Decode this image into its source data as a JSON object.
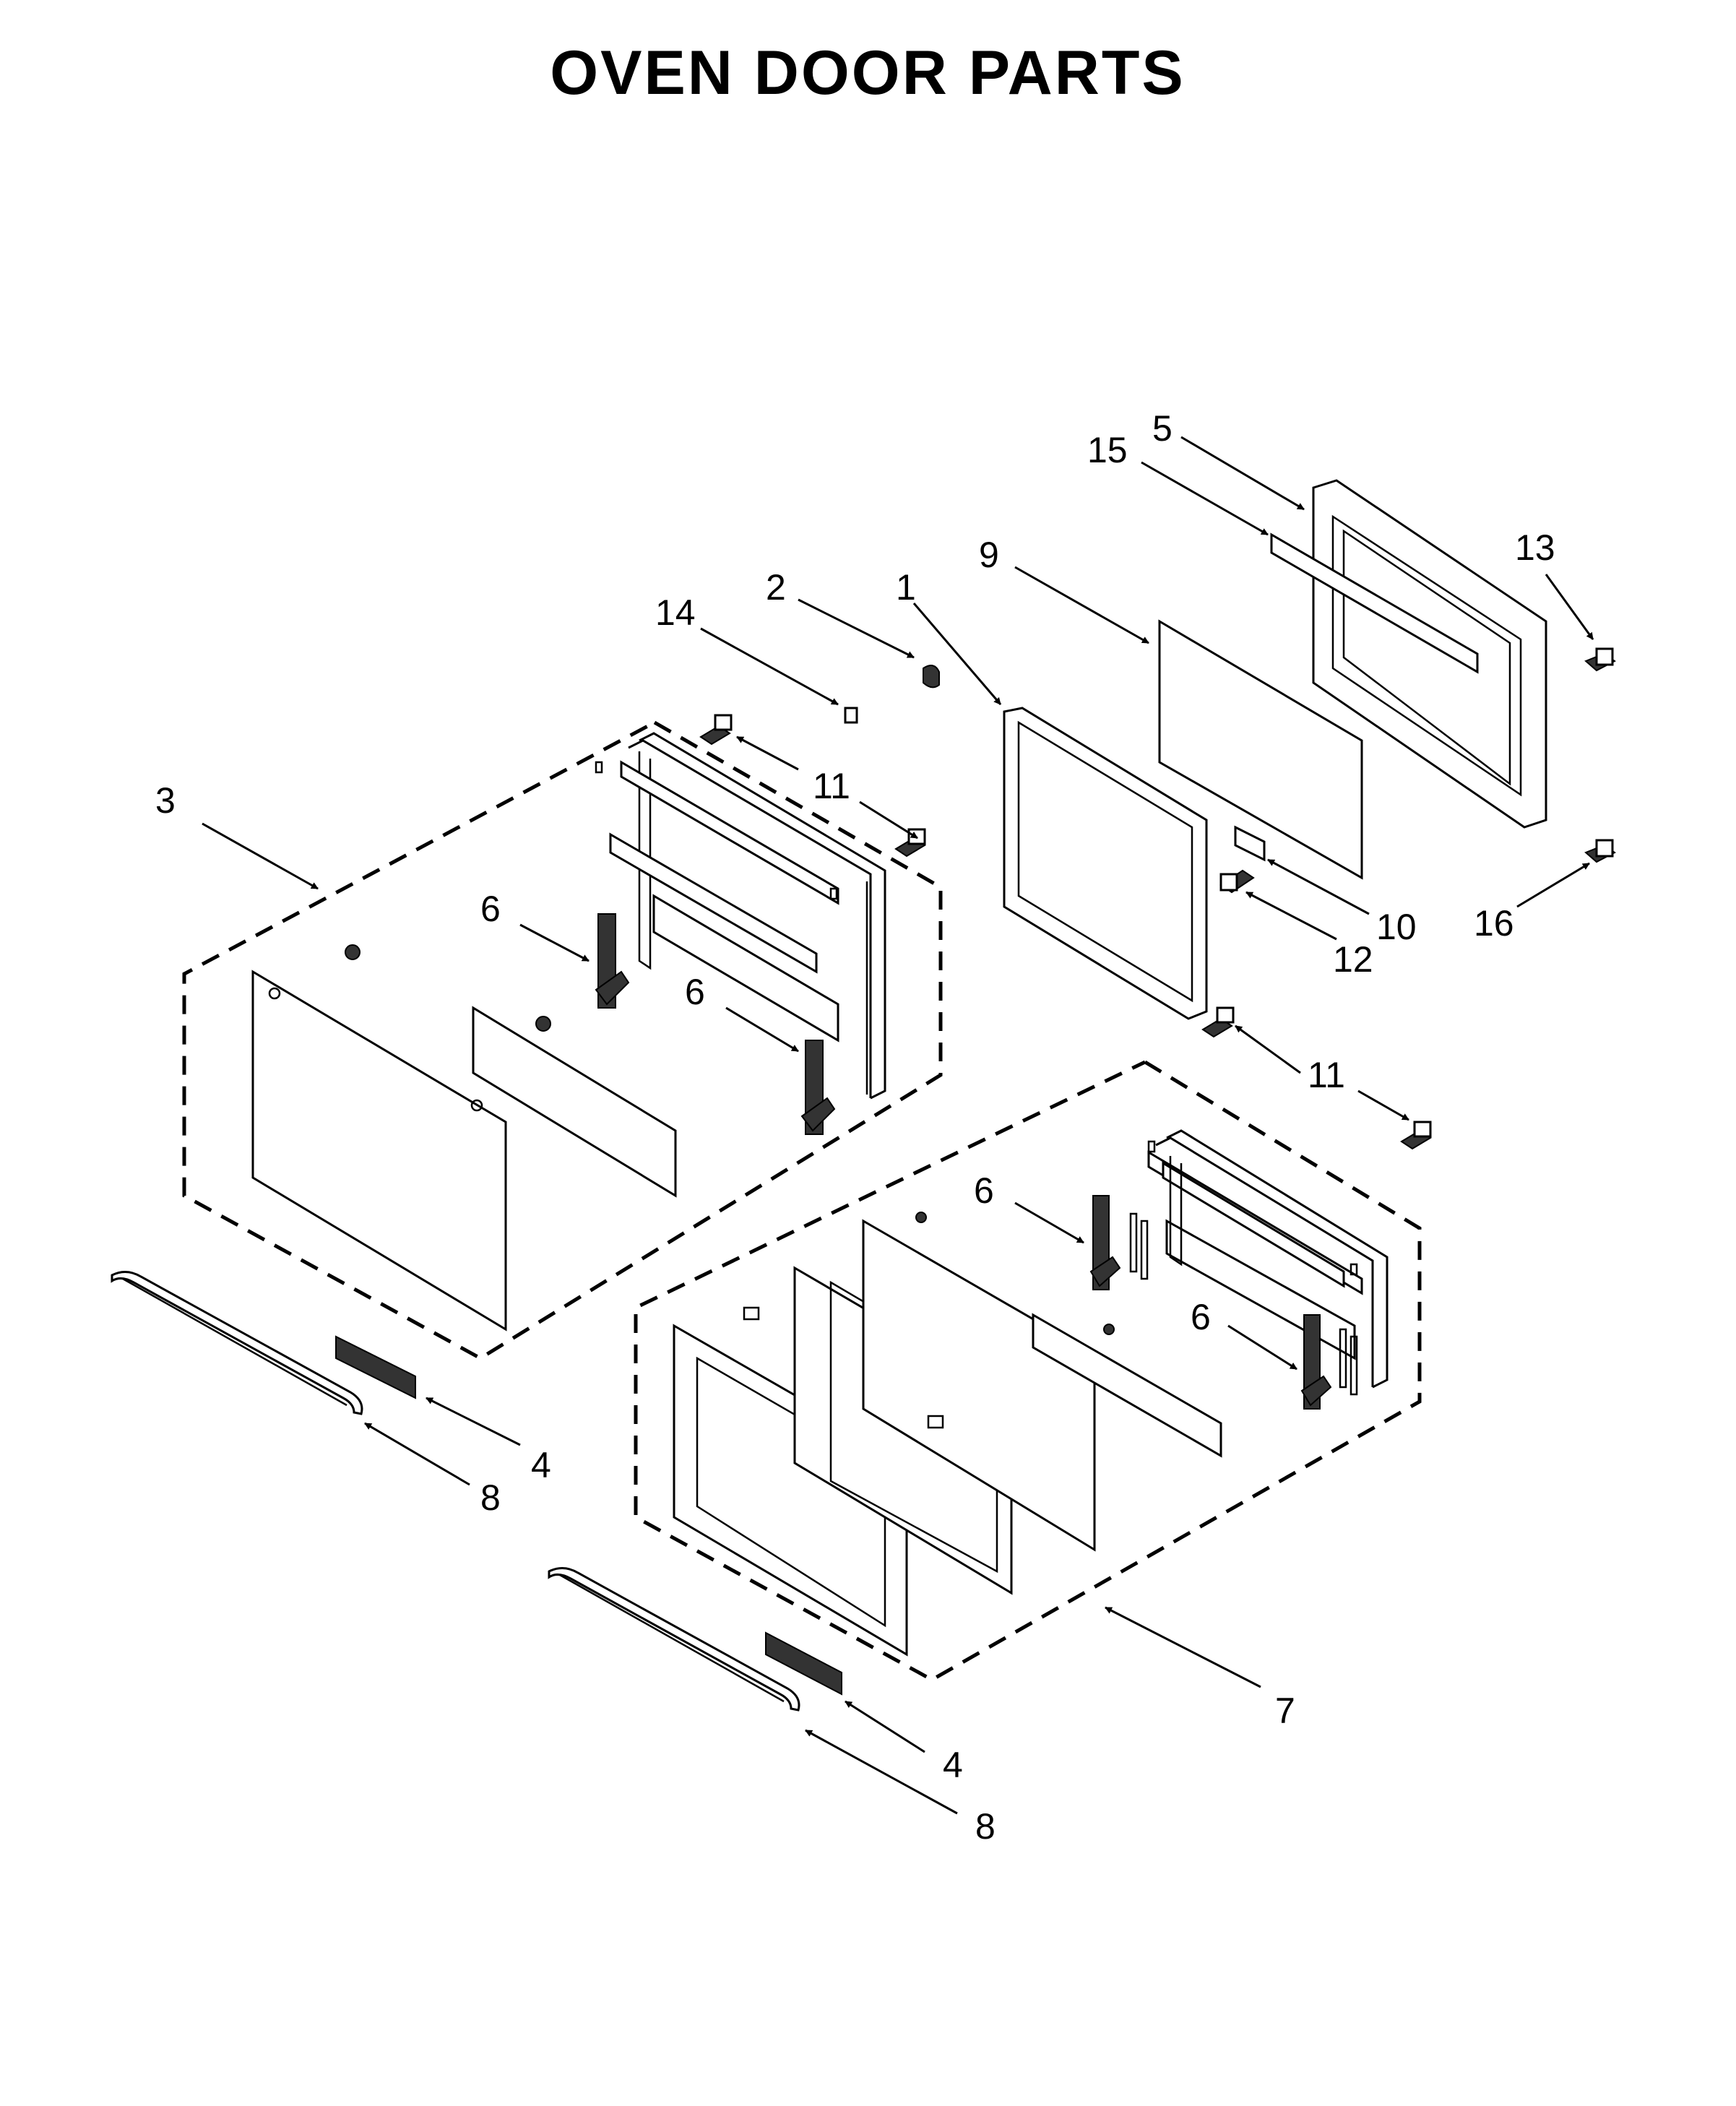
{
  "title": "OVEN DOOR PARTS",
  "callouts": [
    {
      "id": "c5",
      "label": "5"
    },
    {
      "id": "c15",
      "label": "15"
    },
    {
      "id": "c13",
      "label": "13"
    },
    {
      "id": "c9",
      "label": "9"
    },
    {
      "id": "c2",
      "label": "2"
    },
    {
      "id": "c1",
      "label": "1"
    },
    {
      "id": "c14",
      "label": "14"
    },
    {
      "id": "c3",
      "label": "3"
    },
    {
      "id": "c11a",
      "label": "11"
    },
    {
      "id": "c6a",
      "label": "6"
    },
    {
      "id": "c6b",
      "label": "6"
    },
    {
      "id": "c10",
      "label": "10"
    },
    {
      "id": "c12",
      "label": "12"
    },
    {
      "id": "c16",
      "label": "16"
    },
    {
      "id": "c11b",
      "label": "11"
    },
    {
      "id": "c6c",
      "label": "6"
    },
    {
      "id": "c6d",
      "label": "6"
    },
    {
      "id": "c4a",
      "label": "4"
    },
    {
      "id": "c8a",
      "label": "8"
    },
    {
      "id": "c7",
      "label": "7"
    },
    {
      "id": "c4b",
      "label": "4"
    },
    {
      "id": "c8b",
      "label": "8"
    }
  ]
}
